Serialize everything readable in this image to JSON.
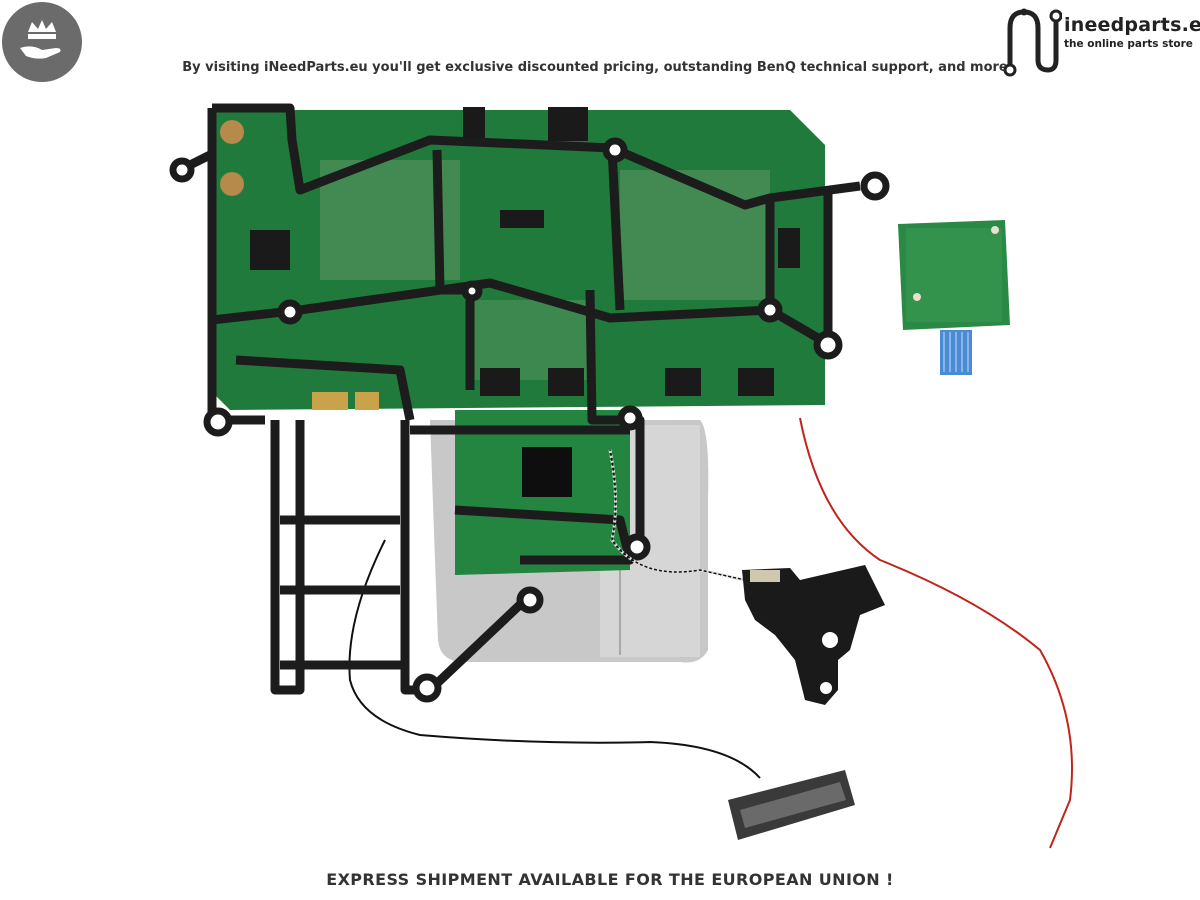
{
  "header": {
    "tagline": "By visiting iNeedParts.eu you'll get exclusive discounted pricing, outstanding BenQ technical support, and more"
  },
  "brand": {
    "name": "ineedparts.eu",
    "slogan": "the online parts store",
    "badge_icon": "crown-hand-icon",
    "logo_icon": "circuit-n-icon"
  },
  "footer": {
    "notice": "EXPRESS SHIPMENT AVAILABLE FOR THE EUROPEAN UNION !"
  },
  "colors": {
    "pcb_green": "#1f7a3c",
    "frame_black": "#1c1c1c",
    "badge_gray": "#6b6b6b",
    "wire_red": "#c0241b",
    "shield_silver": "#c8c8c8"
  }
}
